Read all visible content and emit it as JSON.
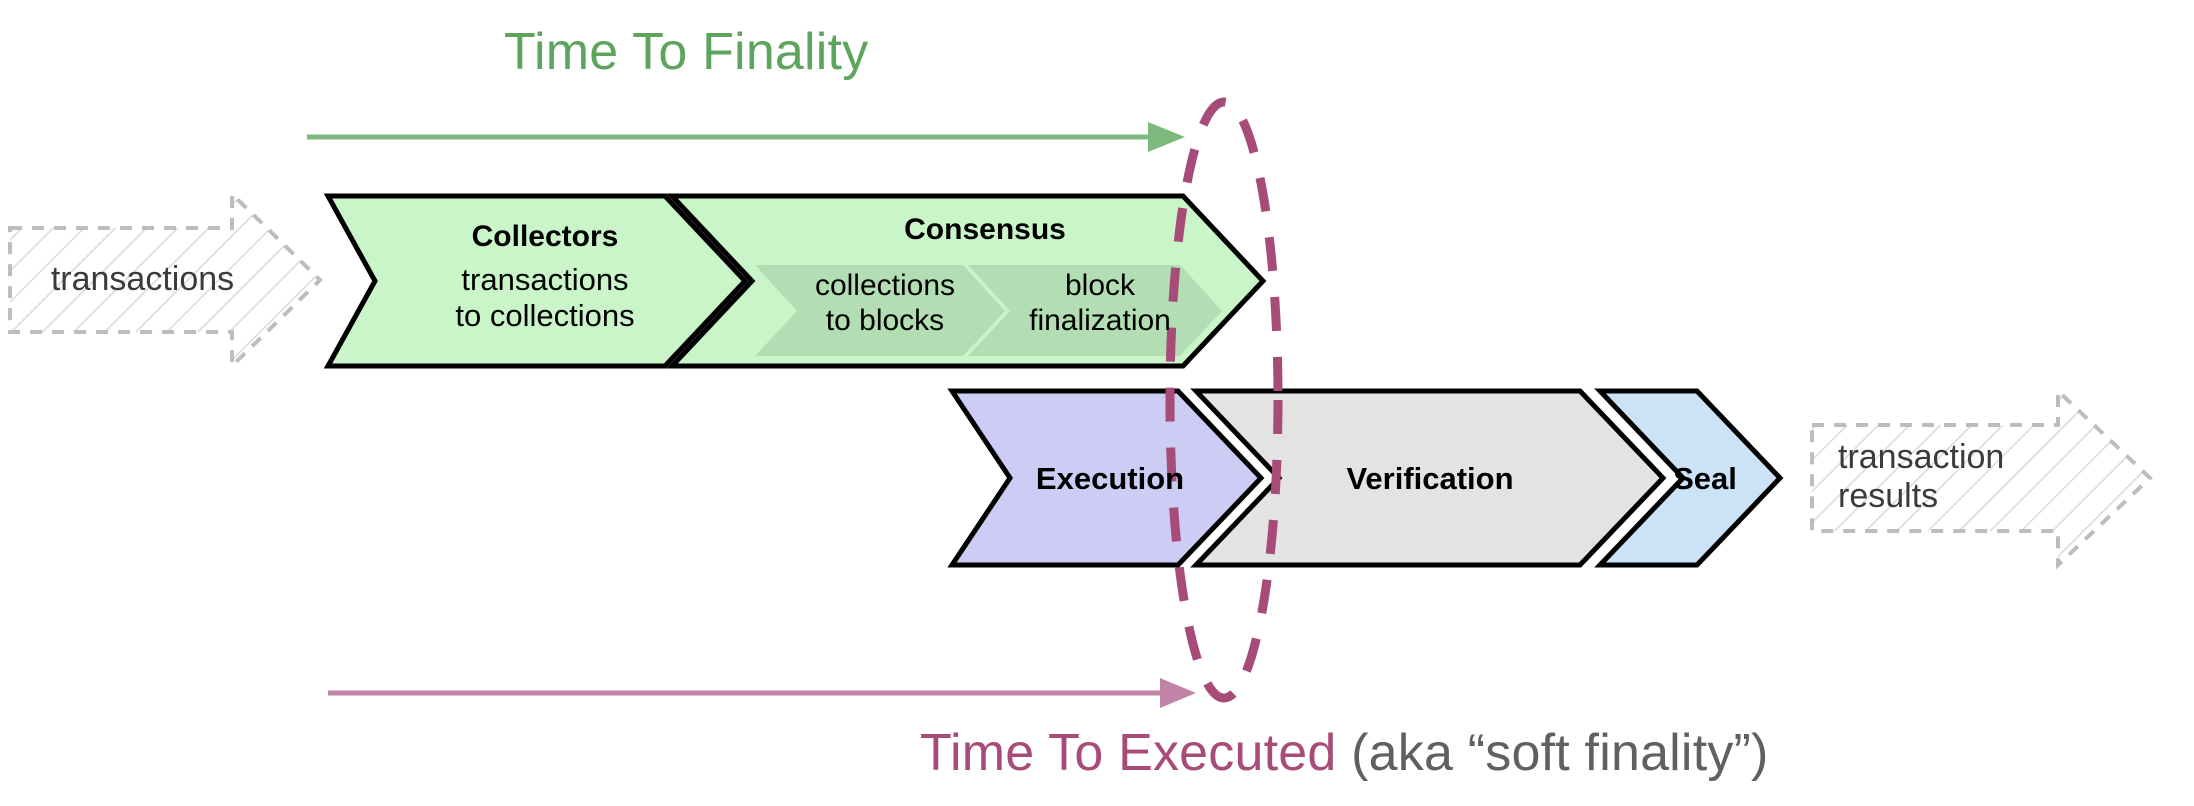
{
  "diagram": {
    "title_top": "Time To Finality",
    "bottom_label_main": "Time To Executed",
    "bottom_label_note": " (aka “soft finality”)",
    "input": {
      "label": "transactions"
    },
    "output": {
      "label": "transaction\nresults"
    },
    "top_row": [
      {
        "id": "collectors",
        "title": "Collectors",
        "subtitle": "transactions\nto collections",
        "fill": "#c9f5c9",
        "stroke": "#000000"
      },
      {
        "id": "consensus",
        "title": "Consensus",
        "subtitle": "",
        "fill": "#c9f5c9",
        "stroke": "#000000",
        "inner": [
          {
            "id": "collections-to-blocks",
            "label": "collections\nto blocks",
            "fill": "#b3ddb3"
          },
          {
            "id": "block-finalization",
            "label": "block\nfinalization",
            "fill": "#b3ddb3"
          }
        ]
      }
    ],
    "bottom_row": [
      {
        "id": "execution",
        "title": "Execution",
        "fill": "#ccccf5",
        "stroke": "#000000"
      },
      {
        "id": "verification",
        "title": "Verification",
        "fill": "#e3e3e3",
        "stroke": "#000000"
      },
      {
        "id": "seal",
        "title": "Seal",
        "fill": "#cce2f7",
        "stroke": "#000000"
      }
    ],
    "annotations": {
      "finality_arrow_color": "#7db87d",
      "executed_arrow_color": "#c283a8",
      "ellipse_color": "#a74b78",
      "ghost_stroke": "#b8b8b8"
    }
  }
}
